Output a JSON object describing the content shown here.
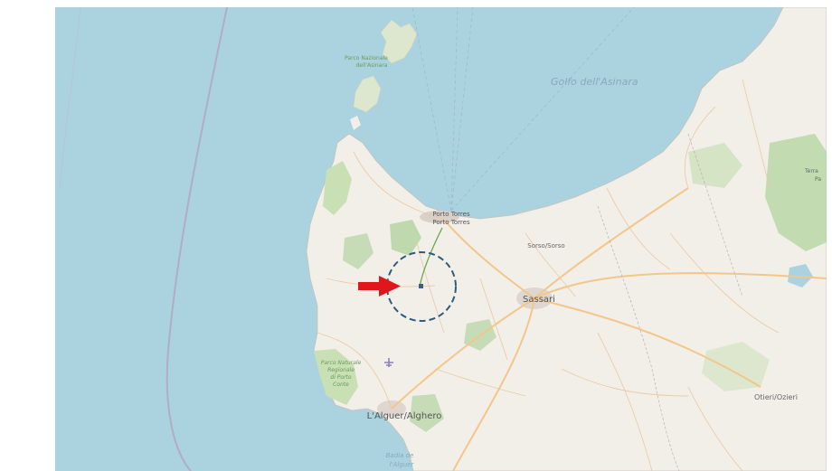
{
  "map": {
    "sea_name": "Golfo dell'Asinara",
    "park_asinara": [
      "Parco Nazionale",
      "dell'Asinara"
    ],
    "place_porto_torres": [
      "Porto Torres",
      "Porto Torres"
    ],
    "place_sorso": "Sorso/Sorso",
    "place_sassari": "Sassari",
    "place_alghero": "L'Alguer/Alghero",
    "place_ozieri": "Otieri/Ozieri",
    "park_porto_conte": [
      "Parco Naturale",
      "Regionale",
      "di Porto",
      "Conte"
    ],
    "bay_alghero": [
      "Badia de",
      "l'Alguer"
    ],
    "edge_label": [
      "Terra",
      "Pa"
    ]
  },
  "colors": {
    "sea": "#aad3df",
    "land": "#f2efe9",
    "park": "#c8e0b4",
    "forest": "#a9cf94",
    "road_major": "#f3c68a",
    "road_minor": "#fce7c2",
    "boundary": "#b49cb6",
    "marker_circle": "#2d5b7e",
    "arrow": "#e0161b",
    "track": "#6aa84f"
  },
  "marker": {
    "icon": "red-arrow-icon",
    "target": "dashed-circle-icon"
  }
}
